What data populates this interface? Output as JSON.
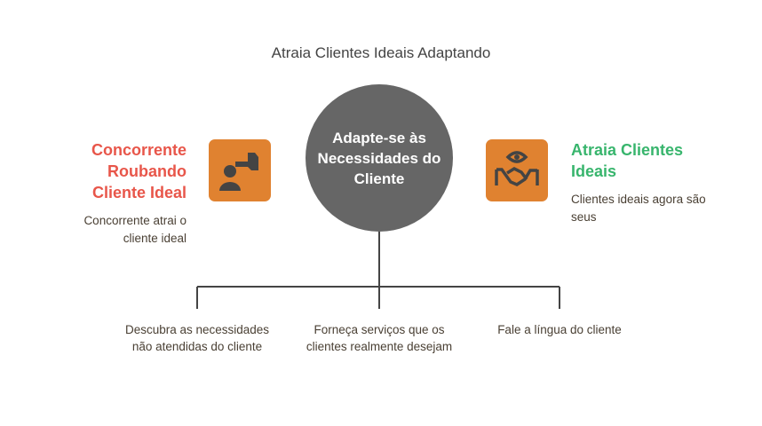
{
  "title": "Atraia Clientes Ideais Adaptando",
  "center": {
    "label": "Adapte-se às Necessidades do Cliente"
  },
  "left": {
    "heading": "Concorrente Roubando Cliente Ideal",
    "description": "Concorrente atrai o cliente ideal",
    "icon": "person-pointing-icon"
  },
  "right": {
    "heading": "Atraia Clientes Ideais",
    "description": "Clientes ideais agora são seus",
    "icon": "handshake-eye-icon"
  },
  "branches": [
    {
      "label": "Descubra as necessidades não atendidas do cliente"
    },
    {
      "label": "Forneça serviços que os clientes realmente desejam"
    },
    {
      "label": "Fale a língua do cliente"
    }
  ],
  "colors": {
    "accent_orange": "#e08230",
    "left_red": "#e8564a",
    "right_green": "#38b56d",
    "circle": "#666666"
  }
}
